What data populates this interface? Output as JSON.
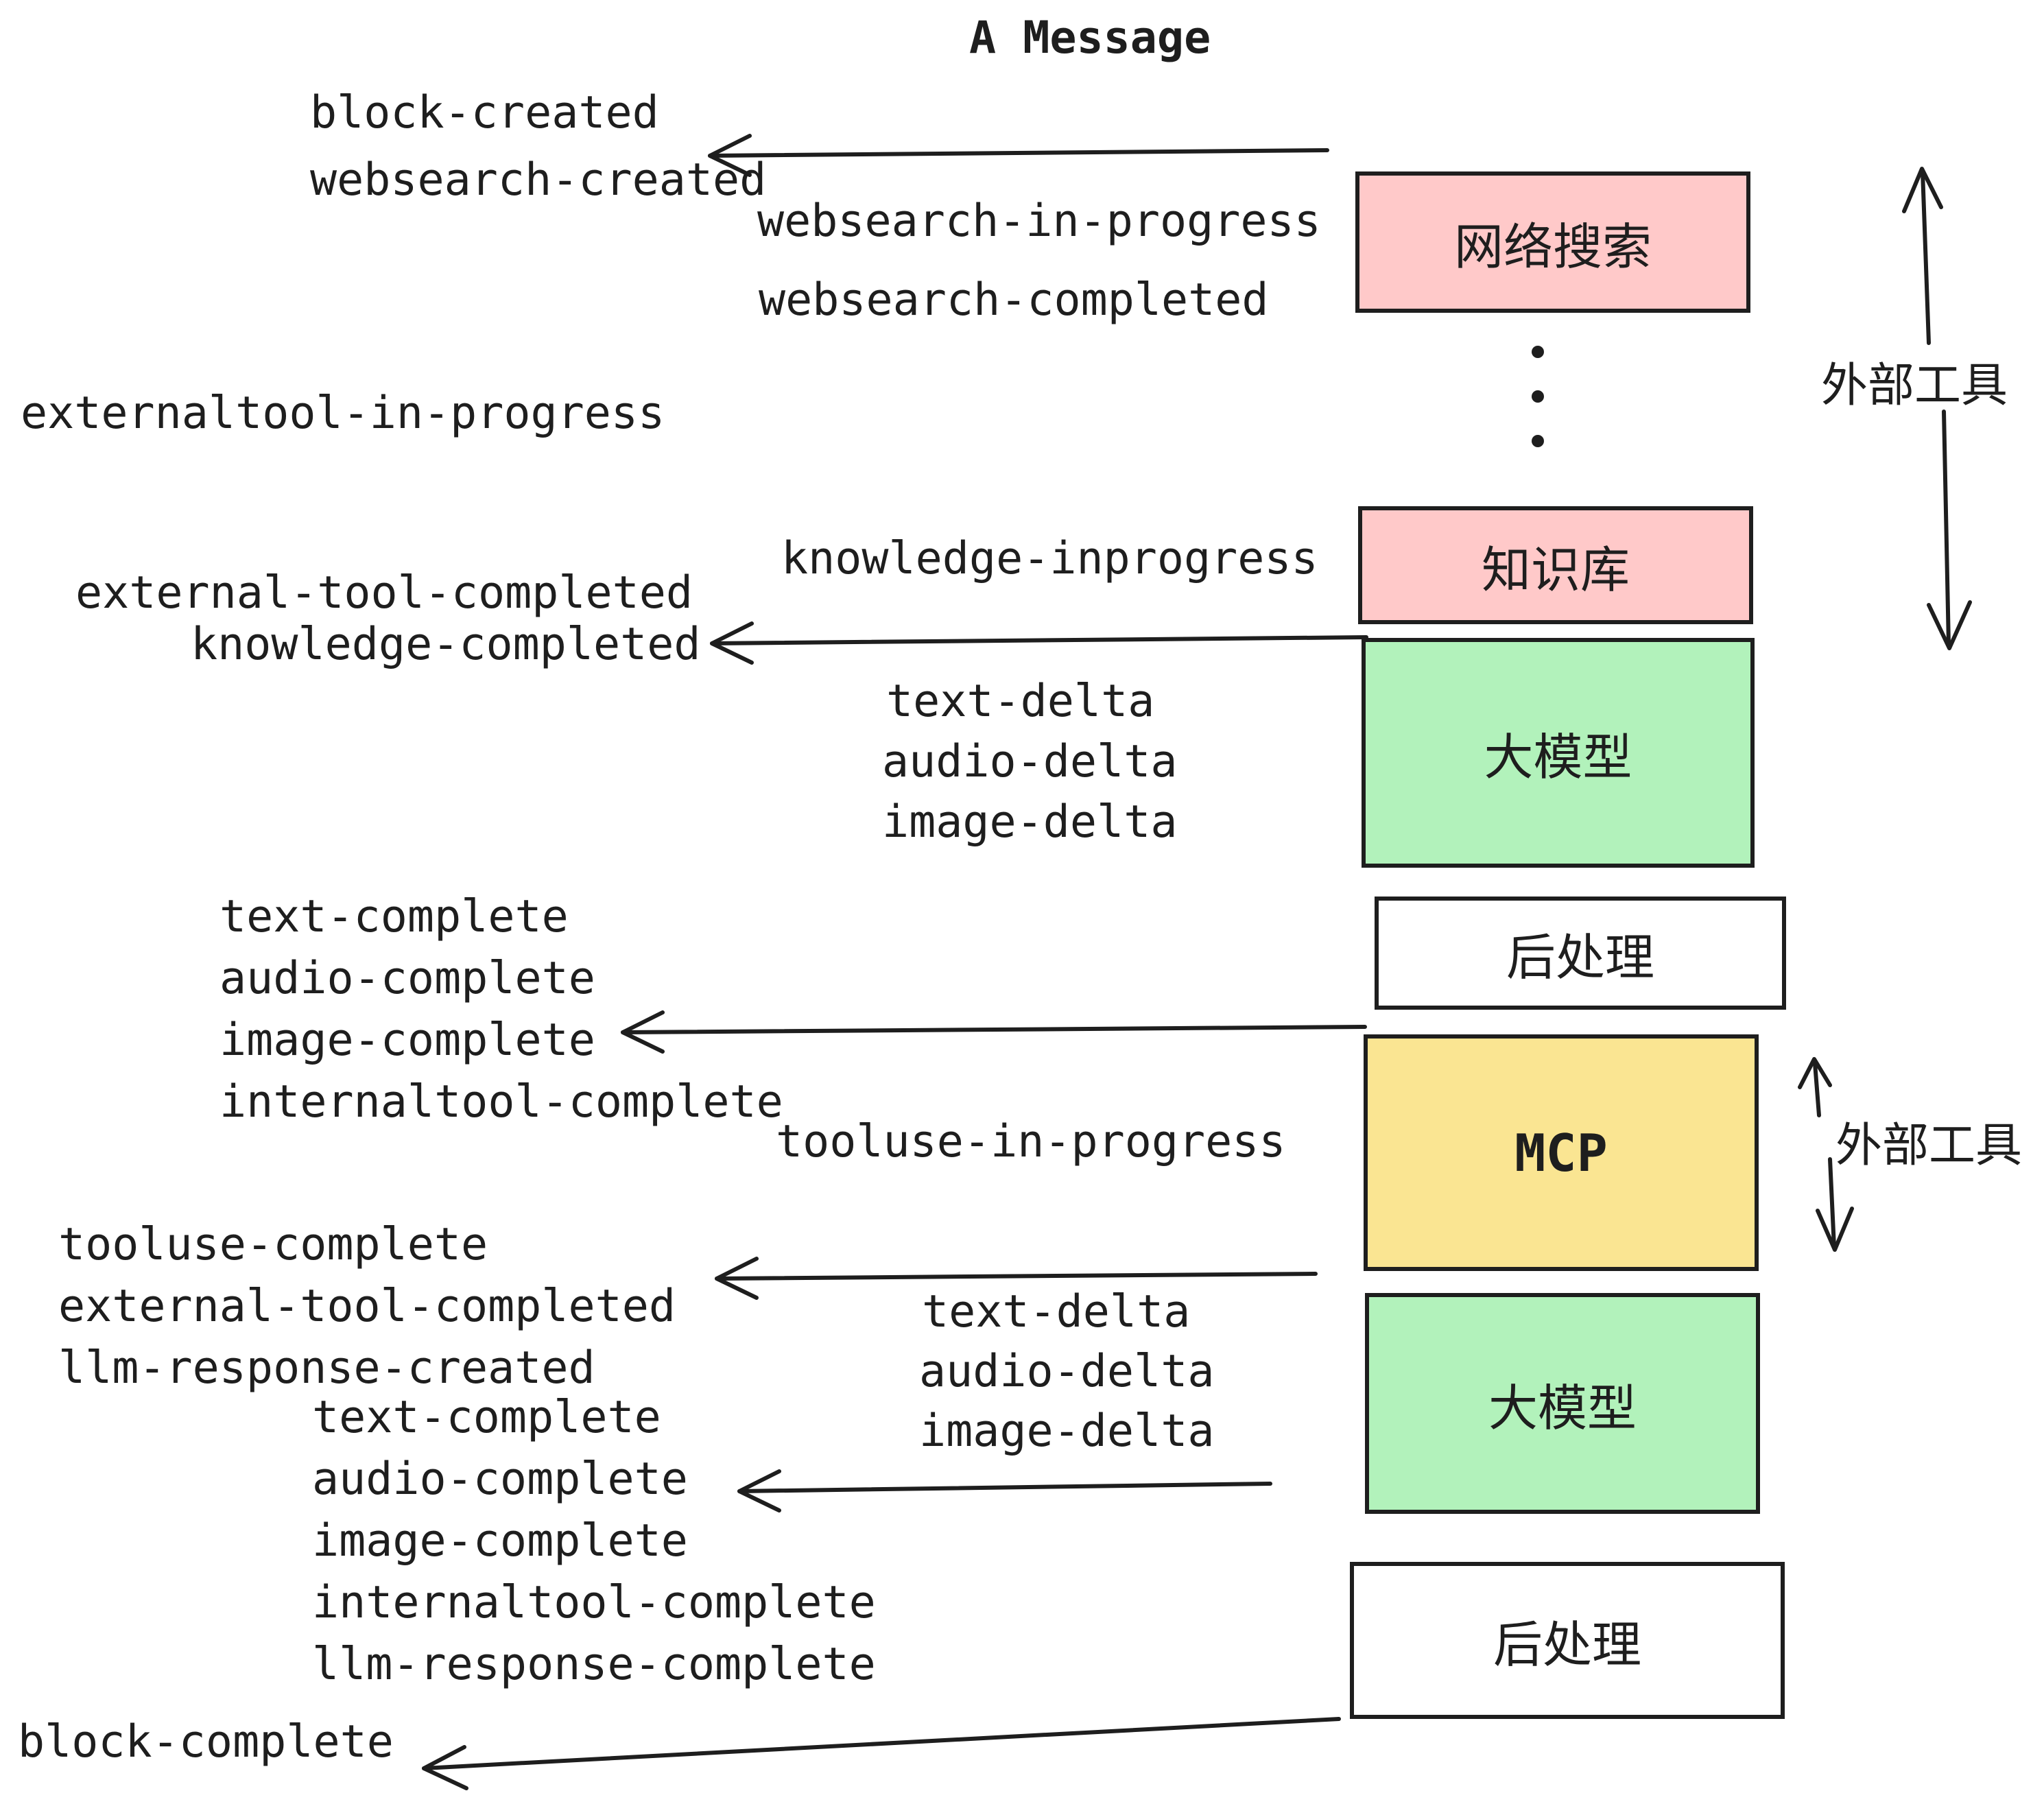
{
  "title": "A Message",
  "nodes": {
    "websearch": "网络搜索",
    "knowledge": "知识库",
    "llm": "大模型",
    "postprocess": "后处理",
    "mcp": "MCP"
  },
  "side_labels": {
    "external_tools": "外部工具"
  },
  "events": {
    "block_created": "block-created",
    "websearch_created": "websearch-created",
    "websearch_in_progress": "websearch-in-progress",
    "websearch_completed": "websearch-completed",
    "externaltool_in_progress": "externaltool-in-progress",
    "knowledge_inprogress": "knowledge-inprogress",
    "external_tool_completed": "external-tool-completed",
    "knowledge_completed": "knowledge-completed",
    "text_delta": "text-delta",
    "audio_delta": "audio-delta",
    "image_delta": "image-delta",
    "text_complete": "text-complete",
    "audio_complete": "audio-complete",
    "image_complete": "image-complete",
    "internaltool_complete": "internaltool-complete",
    "tooluse_in_progress": "tooluse-in-progress",
    "tooluse_complete": "tooluse-complete",
    "llm_response_created": "llm-response-created",
    "llm_response_complete": "llm-response-complete",
    "block_complete": "block-complete"
  },
  "colors": {
    "ink": "#1e1e1e",
    "pink": "#ffc9c9",
    "green": "#b2f2bb",
    "yellow": "#fae592",
    "bg": "#ffffff"
  }
}
